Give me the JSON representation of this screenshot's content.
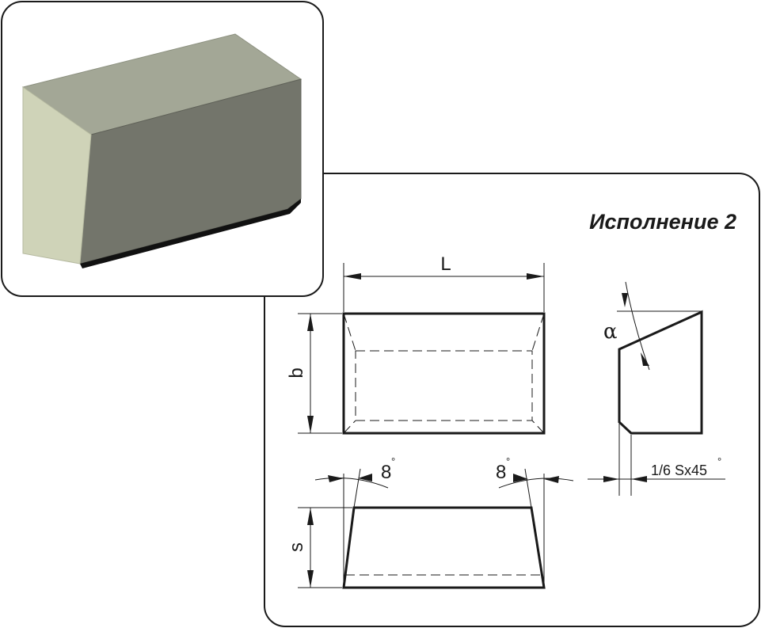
{
  "drawing": {
    "title": "Исполнение 2",
    "dimensions": {
      "length_label": "L",
      "width_label": "b",
      "thickness_label": "s",
      "angle_label": "α",
      "taper_left": "8",
      "taper_right": "8",
      "chamfer_label": "1/6 Sx45",
      "degree_symbol": "°"
    }
  },
  "colors": {
    "face_top": "#a3a796",
    "face_front": "#73756b",
    "face_side": "#cfd3b8",
    "face_bottom": "#111111",
    "line": "#1a1a1a"
  }
}
